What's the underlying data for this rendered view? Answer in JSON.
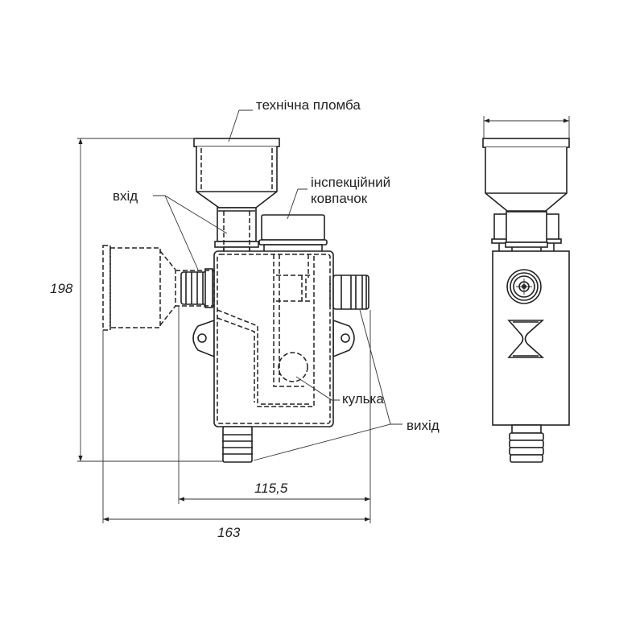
{
  "labels": {
    "seal": "технічна пломба",
    "inlet": "вхід",
    "inspection_cap_line1": "інспекційний",
    "inspection_cap_line2": "ковпачок",
    "ball": "кулька",
    "outlet": "вихід"
  },
  "dimensions": {
    "height": "198",
    "inlet_to_outlet": "115,5",
    "total_width": "163"
  }
}
